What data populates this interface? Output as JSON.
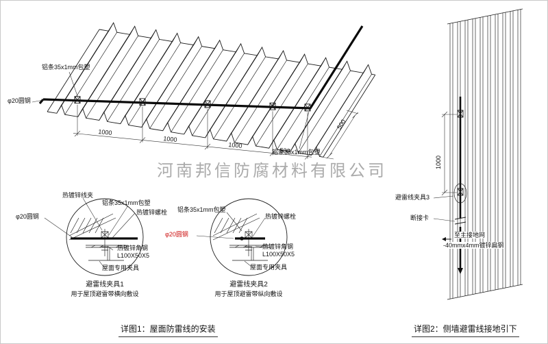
{
  "watermark": "河南邦信防腐材料有限公司",
  "roof": {
    "strip_label_top": "铝条35x1mm包塑",
    "round_steel_label": "φ20圆钢",
    "strip_label_right": "铝条35x1mm包塑",
    "dim_segments": [
      "1000",
      "1000",
      "1000",
      "500"
    ],
    "dim_right": "500"
  },
  "details": [
    {
      "labels": {
        "wire_clamp": "热镀锌线夹",
        "strip": "铝条35x1mm包塑",
        "bolt": "热镀锌螺栓",
        "round_steel": "φ20圆钢",
        "angle_steel": "热镀锌角钢",
        "angle_size": "L100X50X5",
        "roof_fixture": "屋面专用夹具"
      },
      "title": "避雷线夹具1",
      "subtitle": "用于屋顶避雷带横向敷设"
    },
    {
      "labels": {
        "strip": "铝条35x1mm包塑",
        "bolt": "热镀锌螺栓",
        "round_steel": "φ20圆钢",
        "angle_steel": "热镀锌角钢",
        "angle_size": "L100X50X5",
        "roof_fixture": "屋面专用夹具"
      },
      "title": "避雷线夹具2",
      "subtitle": "用于屋顶避雷带纵向敷设"
    }
  ],
  "wall": {
    "dim_vertical": "1000",
    "clamp_label": "避雷线夹具3",
    "disconnect_label": "断接卡",
    "ground_label": "至主接地网",
    "flat_steel_label": "-40mmx4mm镀锌扁钢"
  },
  "captions": {
    "fig1": "详图1：屋面防雷线的安装",
    "fig2": "详图2：侧墙避雷线接地引下"
  },
  "colors": {
    "line": "#1a1a1a",
    "red_label": "#cc1111",
    "watermark": "#a2a2a2"
  }
}
